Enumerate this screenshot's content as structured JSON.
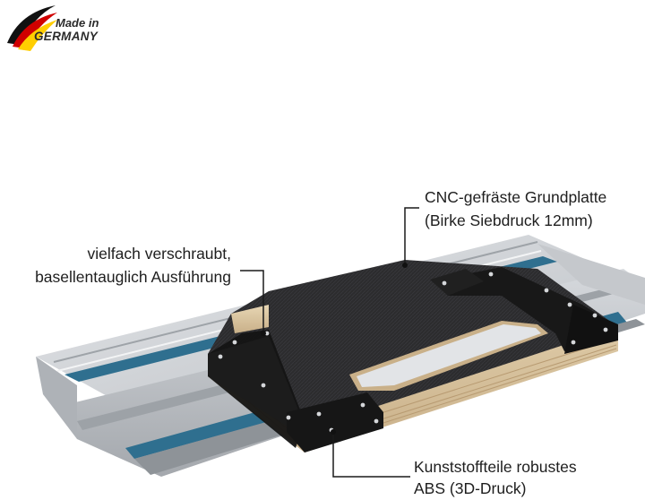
{
  "badge": {
    "line1": "Made in",
    "line2": "GERMANY",
    "flag_colors": [
      "#000000",
      "#dd0000",
      "#ffce00"
    ]
  },
  "annotations": {
    "baseplate": {
      "line1": "CNC-gefräste Grundplatte",
      "line2": "(Birke Siebdruck 12mm)"
    },
    "screws": {
      "line1": "vielfach verschraubt,",
      "line2": "basellentauglich Ausführung"
    },
    "plastic_parts": {
      "line1": "Kunststoffteile robustes",
      "line2": "ABS (3D-Druck)"
    }
  },
  "colors": {
    "rail_aluminium": "#c9ccd0",
    "rail_stripe": "#2f6f8f",
    "plate_top": "#2b2b2d",
    "plywood_edge": "#dcc7a2",
    "abs_parts": "#1a1a1a"
  }
}
